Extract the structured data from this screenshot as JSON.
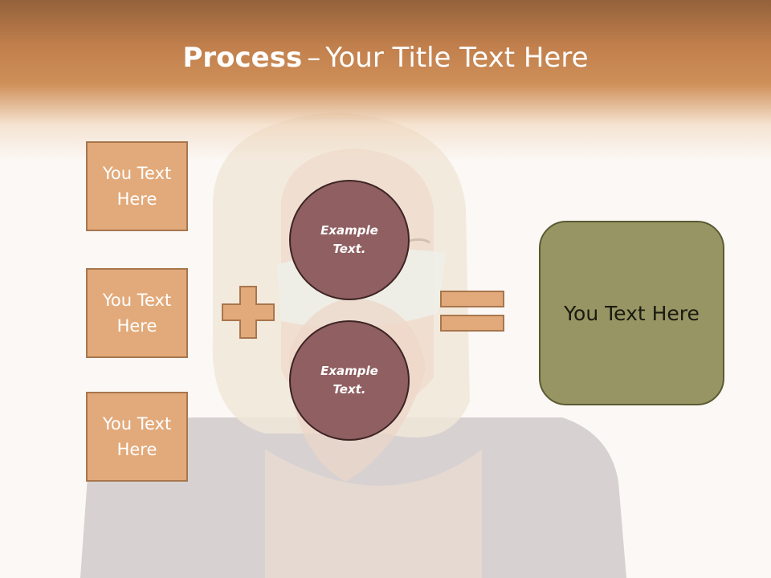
{
  "slide": {
    "title_bold": "Process",
    "title_separator": "–",
    "title_rest": "Your Title Text Here",
    "text_boxes": [
      "You Text Here",
      "You Text Here",
      "You Text Here"
    ],
    "circles": [
      "Example Text.",
      "Example Text."
    ],
    "result_text": "You Text Here"
  },
  "colors": {
    "header": "#cf8f58",
    "text_box_fill": "#e2aa7b",
    "circle_fill": "#905f61",
    "result_fill": "#979563"
  },
  "icons": {
    "plus": "plus-icon",
    "equals": "equals-icon"
  }
}
